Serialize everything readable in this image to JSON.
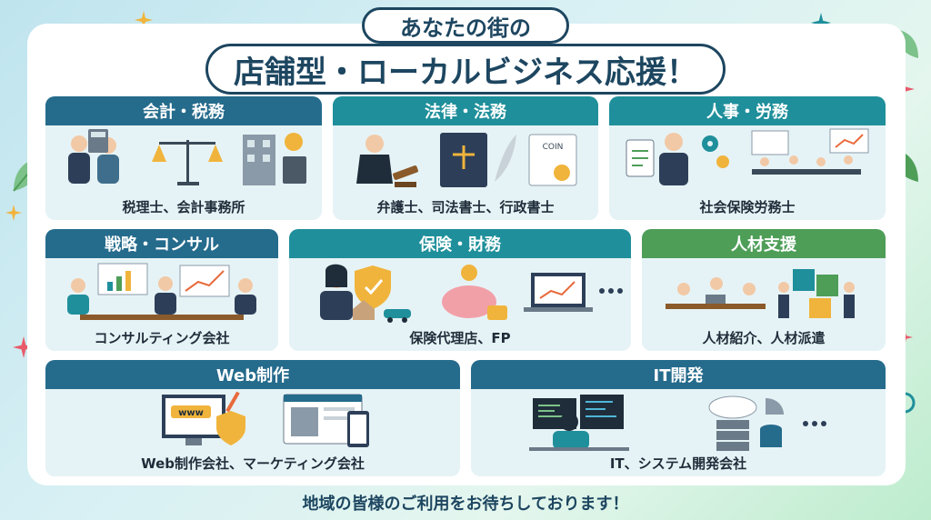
{
  "header": {
    "subtitle": "あなたの街の",
    "title": "店舗型・ローカルビジネス応援！"
  },
  "cards": [
    {
      "title": "会計・税務",
      "caption": "税理士、会計事務所"
    },
    {
      "title": "法律・法務",
      "caption": "弁護士、司法書士、行政書士"
    },
    {
      "title": "人事・労務",
      "caption": "社会保険労務士"
    },
    {
      "title": "戦略・コンサル",
      "caption": "コンサルティング会社"
    },
    {
      "title": "保険・財務",
      "caption": "保険代理店、FP"
    },
    {
      "title": "人材支援",
      "caption": "人材紹介、人材派遣"
    },
    {
      "title": "Web制作",
      "caption": "Web制作会社、マーケティング会社"
    },
    {
      "title": "IT開発",
      "caption": "IT、システム開発会社"
    }
  ],
  "illustration_text": {
    "coin_certificate": "COIN",
    "www_screen": "www"
  },
  "footer": {
    "message": "地域の皆様のご利用をお待ちしております！"
  },
  "colors": {
    "title_navy": "#1d4660",
    "header_teal": "#1f8f9b",
    "header_green": "#4e9e58",
    "header_navy": "#256b8c",
    "card_bg": "#e6f3f6"
  }
}
